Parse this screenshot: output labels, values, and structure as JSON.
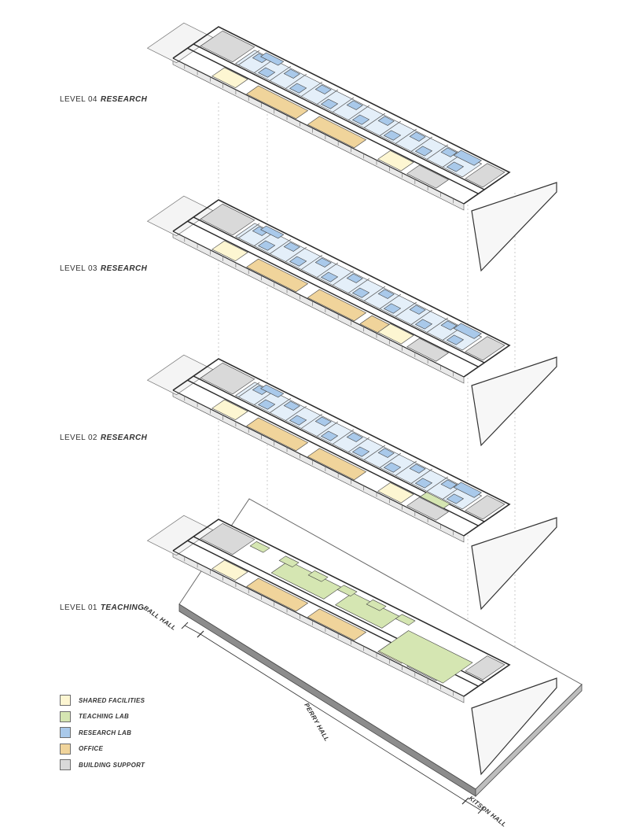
{
  "levels": [
    {
      "number_label": "LEVEL 04",
      "use_label": "RESEARCH"
    },
    {
      "number_label": "LEVEL 03",
      "use_label": "RESEARCH"
    },
    {
      "number_label": "LEVEL 02",
      "use_label": "RESEARCH"
    },
    {
      "number_label": "LEVEL 01",
      "use_label": "TEACHING"
    }
  ],
  "legend": [
    {
      "label": "SHARED FACILITIES",
      "color": "#fdf6d2"
    },
    {
      "label": "TEACHING LAB",
      "color": "#d5e6b2"
    },
    {
      "label": "RESEARCH LAB",
      "color": "#a9c9ea"
    },
    {
      "label": "OFFICE",
      "color": "#f0d49b"
    },
    {
      "label": "BUILDING SUPPORT",
      "color": "#d9d9d9"
    }
  ],
  "halls": {
    "ball": "BALL HALL",
    "perry": "PERRY HALL",
    "kitson": "KITSON HALL"
  },
  "colors": {
    "wall": "#2b2b2b",
    "line": "#9a9a9a",
    "slab": "#ffffff"
  }
}
